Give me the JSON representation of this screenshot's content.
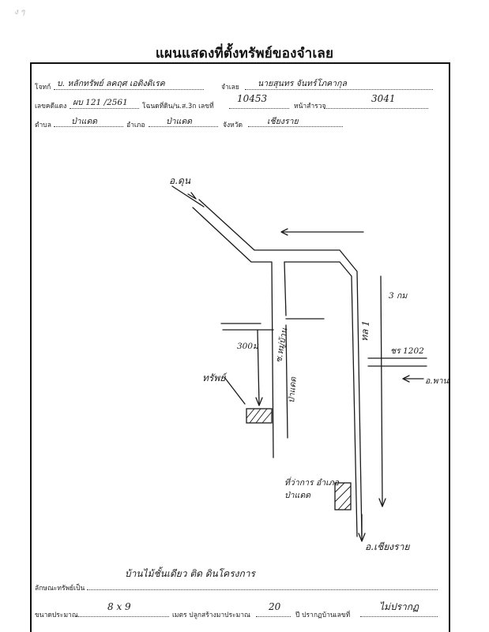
{
  "corner_mark": "ง ๆ",
  "title": "แผนแสดงที่ตั้งทรัพย์ของจำเลย",
  "form": {
    "plaintiff_label": "โจทก์",
    "plaintiff_value": "บ. หลักทรัพย์ ลคฤศ เอดิงดิเรค",
    "defendant_label": "จำเลย",
    "defendant_value": "นายสุนทร จันทร์โภคากุล",
    "case_label": "เลขคดีแดง",
    "case_value": "ผบ 121 /2561",
    "deed_label": "โฉนดที่ดิน/น.ส.3ก เลขที่",
    "deed_value": "10453",
    "survey_label": "หน้าสำรวจ",
    "survey_value": "3041",
    "subdistrict_label": "ตำบล",
    "subdistrict_value": "ป่าแดด",
    "district_label": "อำเภอ",
    "district_value": "ป่าแดด",
    "province_label": "จังหวัด",
    "province_value": "เชียงราย"
  },
  "map": {
    "label_top_left": "อ.ดุน",
    "label_distance_right": "3 กม",
    "label_distance_mid": "300ม",
    "label_soi_vertical": "ซ.หมู่บ้าน",
    "label_property": "ทรัพย์",
    "label_road_main": "ทล 1",
    "label_road_code": "ชร 1202",
    "label_to_east": "อ.พาน",
    "label_village": "ป่าแดด",
    "label_district_office": "ที่ว่าการ อำเภอป่าแดด",
    "label_bottom": "อ.เชียงราย"
  },
  "footer": {
    "property_type_label": "ลักษณะทรัพย์เป็น",
    "property_type_value": "บ้านไม้ชั้นเดียว ติด ดินโครงการ",
    "size_label": "ขนาดประมาณ",
    "size_value": "8 x 9",
    "built_label": "เมตร ปลูกสร้างมาประมาณ",
    "built_value": "20",
    "house_no_label": "ปี ปรากฏบ้านเลขที่",
    "house_no_value": "ไม่ปรากฏ"
  }
}
